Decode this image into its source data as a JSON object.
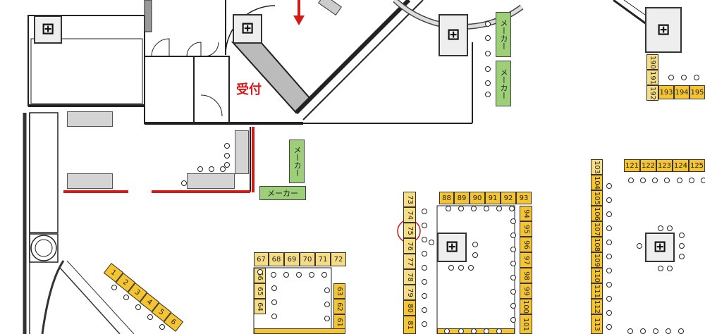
{
  "map": {
    "reception_label": "受付",
    "maker_label": "メーカー",
    "pillar_icon": "pillar-cross-icon",
    "arrow_color": "#d11b1b",
    "booth_color": "#f5c431",
    "maker_color": "#9ccf78"
  },
  "booths": {
    "b1": "1",
    "b2": "2",
    "b3": "3",
    "b4": "4",
    "b5": "5",
    "b6": "6",
    "b61": "61",
    "b62": "62",
    "b63": "63",
    "b64": "64",
    "b65": "65",
    "b66": "66",
    "b67": "67",
    "b68": "68",
    "b69": "69",
    "b70": "70",
    "b71": "71",
    "b72": "72",
    "b73": "73",
    "b74": "74",
    "b75": "75",
    "b76": "76",
    "b77": "77",
    "b78": "78",
    "b79": "79",
    "b80": "80",
    "b81": "81",
    "b88": "88",
    "b89": "89",
    "b90": "90",
    "b91": "91",
    "b92": "92",
    "b93": "93",
    "b94": "94",
    "b95": "95",
    "b96": "96",
    "b97": "97",
    "b98": "98",
    "b99": "99",
    "b100": "100",
    "b101": "101",
    "b103": "103",
    "b104": "104",
    "b105": "105",
    "b106": "106",
    "b107": "107",
    "b108": "108",
    "b109": "109",
    "b110": "110",
    "b111": "111",
    "b112": "112",
    "b113": "113",
    "b121": "121",
    "b122": "122",
    "b123": "123",
    "b124": "124",
    "b125": "125",
    "b190": "190",
    "b191": "191",
    "b192": "192",
    "b193": "193",
    "b194": "194",
    "b195": "195"
  },
  "highlight": {
    "booth": "75",
    "color": "#d11b1b"
  }
}
